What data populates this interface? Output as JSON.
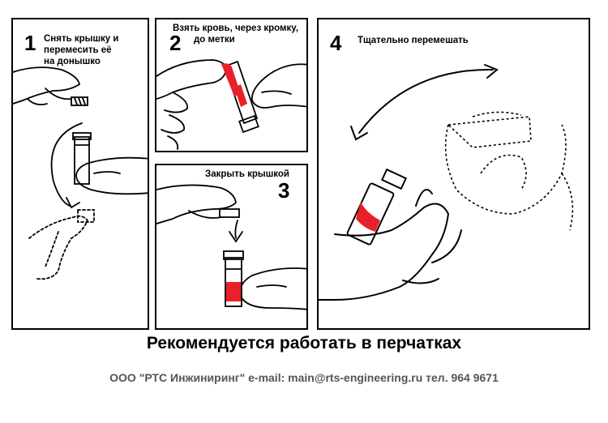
{
  "steps": [
    {
      "number": "1",
      "caption_lines": [
        "Снять крышку и",
        "перемесить её",
        "на донышко"
      ]
    },
    {
      "number": "2",
      "caption_lines": [
        "Взять кровь, через кромку,",
        "до метки"
      ]
    },
    {
      "number": "3",
      "caption_lines": [
        "Закрыть крышкой"
      ]
    },
    {
      "number": "4",
      "caption_lines": [
        "Тщательно перемешать"
      ]
    }
  ],
  "footer": {
    "title": "Рекомендуется работать в перчатках",
    "contact": "ООО \"РТС Инжиниринг\" e-mail: main@rts-engineering.ru тел. 964 9671"
  },
  "colors": {
    "blood": "#e8202a",
    "line": "#000000",
    "paper": "#ffffff"
  }
}
